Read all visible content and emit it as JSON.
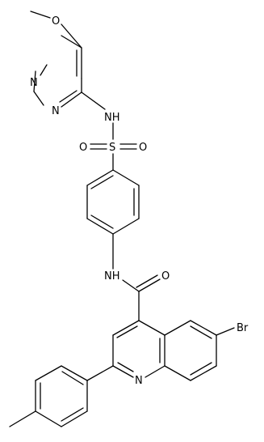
{
  "molecule": {
    "labels": {
      "O_methoxy": "O",
      "N_pyr_top": "N",
      "N_pyr_bottom": "N",
      "NH_sulfonamide": "NH",
      "S": "S",
      "O_sulfonyl_left": "O",
      "O_sulfonyl_right": "O",
      "NH_amide": "NH",
      "O_carbonyl": "O",
      "Br": "Br",
      "N_quinoline": "N"
    }
  }
}
